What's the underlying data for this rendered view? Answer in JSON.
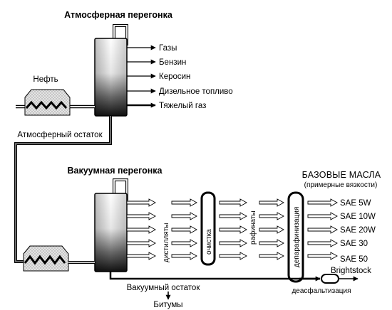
{
  "atmospheric": {
    "title": "Атмосферная перегонка",
    "feed": "Нефть",
    "products": [
      "Газы",
      "Бензин",
      "Керосин",
      "Дизельное топливо",
      "Тяжелый газ"
    ],
    "residue": "Атмосферный остаток"
  },
  "vacuum": {
    "title": "Вакуумная перегонка",
    "distillates": "дистилляты",
    "cleaning": "очистка",
    "raffinates": "рафинаты",
    "dewaxing": "депарафинизация",
    "residue": "Вакуумный остаток",
    "bitumen": "Битумы",
    "deasphalting": "деасфальтизация",
    "brightstock": "Brightstock"
  },
  "base_oils": {
    "title": "БАЗОВЫЕ МАСЛА",
    "subtitle": "(примерные вязкости)",
    "grades": [
      "SAE 5W",
      "SAE 10W",
      "SAE 20W",
      "SAE 30",
      "SAE 50"
    ]
  }
}
